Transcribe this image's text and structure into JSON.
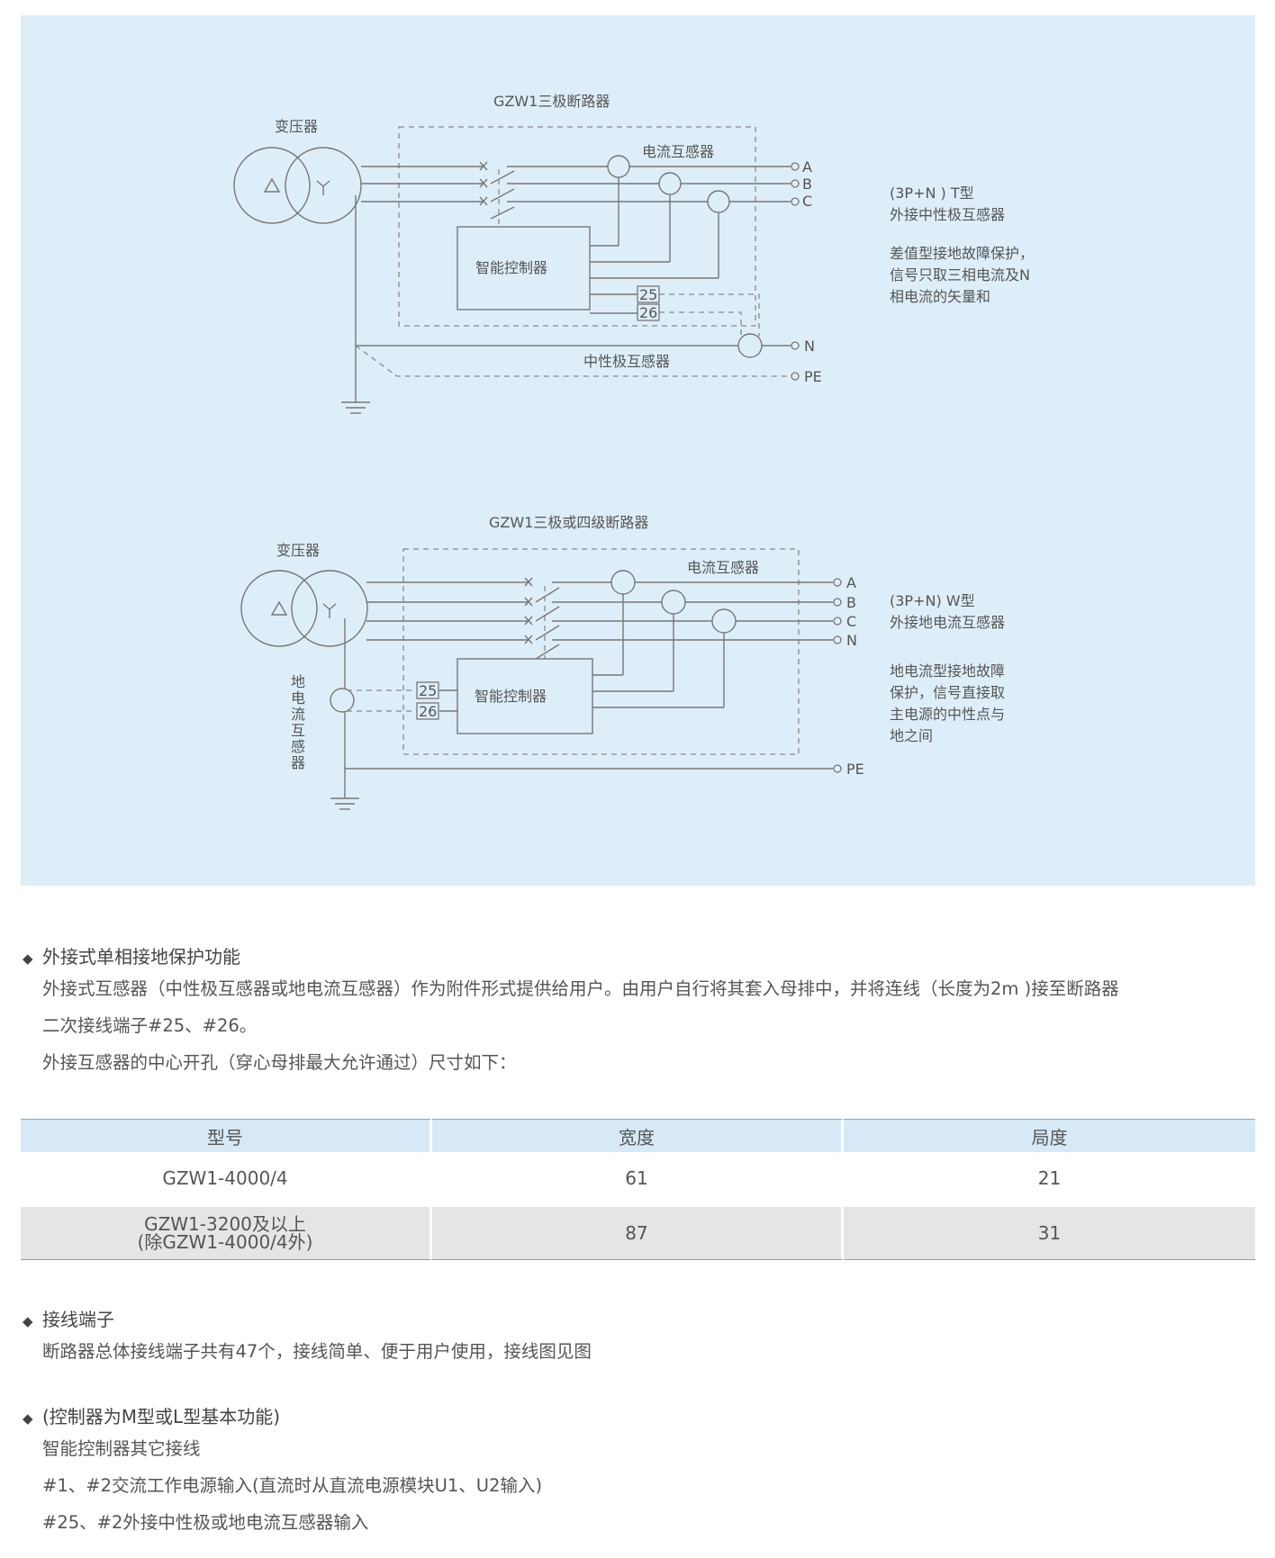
{
  "diagram1": {
    "breaker_title": "GZW1三极断路器",
    "transformer": "变压器",
    "ct_label": "电流互感器",
    "controller": "智能控制器",
    "terminal_25": "25",
    "terminal_26": "26",
    "neutral_ct": "中性极互感器",
    "phases": [
      "A",
      "B",
      "C"
    ],
    "n_label": "N",
    "pe_label": "PE",
    "desc": [
      "(3P+N ) T型",
      "外接中性极互感器",
      "差值型接地故障保护，",
      "信号只取三相电流及N",
      "相电流的矢量和"
    ]
  },
  "diagram2": {
    "breaker_title": "GZW1三极或四级断路器",
    "transformer": "变压器",
    "ct_label": "电流互感器",
    "controller": "智能控制器",
    "terminal_25": "25",
    "terminal_26": "26",
    "ground_ct": [
      "地",
      "电",
      "流",
      "互",
      "感",
      "器"
    ],
    "phases": [
      "A",
      "B",
      "C",
      "N"
    ],
    "pe_label": "PE",
    "desc": [
      "(3P+N) W型",
      "外接地电流互感器",
      "地电流型接地故障",
      "保护，信号直接取",
      "主电源的中性点与",
      "地之间"
    ]
  },
  "section1": {
    "title": "外接式单相接地保护功能",
    "lines": [
      "外接式互感器（中性极互感器或地电流互感器）作为附件形式提供给用户。由用户自行将其套入母排中，并将连线（长度为2m )接至断路器",
      "二次接线端子#25、#26。",
      "外接互感器的中心开孔（穿心母排最大允许通过）尺寸如下："
    ]
  },
  "table": {
    "headers": [
      "型号",
      "宽度",
      "局度"
    ],
    "rows": [
      [
        "GZW1-4000/4",
        "61",
        "21"
      ],
      [
        "GZW1-3200及以上",
        "(除GZW1-4000/4外)",
        "87",
        "31"
      ]
    ]
  },
  "section2": {
    "title": "接线端子",
    "lines": [
      "断路器总体接线端子共有47个，接线简单、便于用户使用，接线图见图"
    ]
  },
  "section3": {
    "title": "(控制器为M型或L型基本功能)",
    "lines": [
      "智能控制器其它接线",
      "#1、#2交流工作电源输入(直流时从直流电源模块U1、U2输入)",
      "#25、#2外接中性极或地电流互感器输入"
    ]
  },
  "icons": {
    "bullet": "diamond-bullet-icon"
  }
}
